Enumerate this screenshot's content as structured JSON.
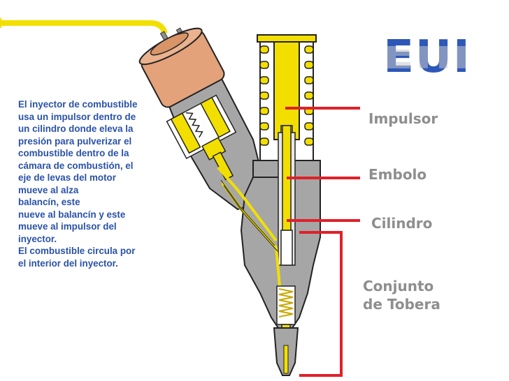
{
  "title": "EUI",
  "description_lines": [
    "El inyector de combustible",
    "usa un impulsor dentro de",
    "un cilindro donde eleva la",
    "presión para pulverizar el",
    "combustible dentro de la",
    "cámara de combustión, el",
    "eje de levas del motor",
    "mueve al alza",
    "balancín, este",
    "nueve al balancín y este",
    "mueve al impulsor del",
    "inyector.",
    "El combustible circula por",
    "el interior del inyector."
  ],
  "labels": {
    "impulsor": "Impulsor",
    "embolo": "Embolo",
    "cilindro": "Cilindro",
    "tobera_line1": "Conjunto",
    "tobera_line2": "de Tobera"
  },
  "colors": {
    "body_gray": "#a6a6a6",
    "dark_gray": "#7a7a7a",
    "copper": "#e3a27a",
    "yellow": "#f2df00",
    "leader_red": "#e0202a",
    "text_blue": "#2a52a8",
    "label_gray": "#8e8e8e"
  }
}
